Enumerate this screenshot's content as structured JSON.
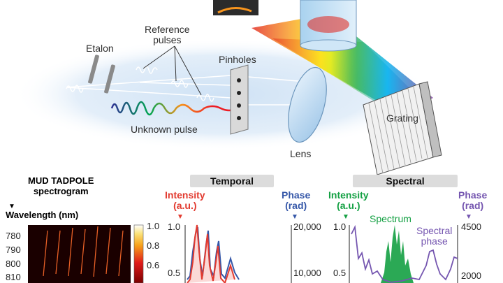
{
  "diagram": {
    "labels": {
      "etalon": "Etalon",
      "reference_pulses": "Reference\npulses",
      "pinholes": "Pinholes",
      "unknown_pulse": "Unknown pulse",
      "lens": "Lens",
      "grating": "Grating"
    }
  },
  "panels": {
    "spectrogram": {
      "title": "MUD TADPOLE\nspectrogram",
      "ylabel": "Wavelength (nm)",
      "wavelength_ticks": [
        "780",
        "790",
        "800",
        "810"
      ],
      "colorbar_ticks": [
        "1.0",
        "0.8",
        "0.6"
      ]
    },
    "temporal": {
      "title": "Temporal",
      "intensity_label": "Intensity\n(a.u.)",
      "phase_label": "Phase\n(rad)",
      "intensity_ticks": [
        "1.0",
        "0.5"
      ],
      "phase_ticks": [
        "20,000",
        "10,000"
      ]
    },
    "spectral": {
      "title": "Spectral",
      "intensity_label": "Intensity\n(a.u.)",
      "phase_label": "Phase\n(rad)",
      "spectrum_label": "Spectrum",
      "spectral_phase_label": "Spectral\nphase",
      "intensity_ticks": [
        "1.0",
        "0.5"
      ],
      "phase_ticks": [
        "4500",
        "2000"
      ]
    }
  },
  "colors": {
    "intensity_temporal": "#e23a2f",
    "phase": "#3557a8",
    "spectrum": "#14a043",
    "spectral_phase": "#7556b0"
  }
}
